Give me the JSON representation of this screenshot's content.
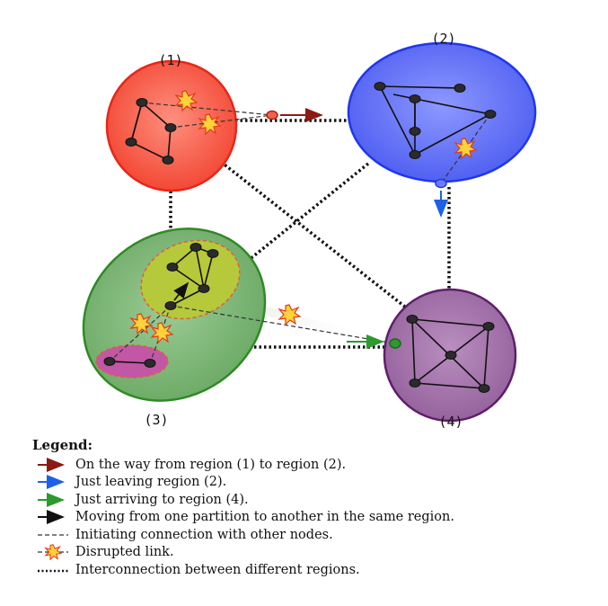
{
  "regions": [
    {
      "label": "(1)",
      "color": "#f4604c",
      "stroke": "#e8261a"
    },
    {
      "label": "(2)",
      "color": "#6f7df5",
      "stroke": "#1f36f0"
    },
    {
      "label": "(3)",
      "color": "#7fb779",
      "stroke": "#2f8a25"
    },
    {
      "label": "(4)",
      "color": "#a574ab",
      "stroke": "#5e1f6a"
    }
  ],
  "partitions": {
    "yellow": "#b6c93a",
    "magenta": "#c257a5"
  },
  "colors": {
    "red_arrow": "#8b1a12",
    "blue_arrow": "#1f5fe8",
    "green_arrow": "#2c9a2c",
    "black_arrow": "#111111",
    "disrupted_fill": "#ffd23a",
    "disrupted_stroke": "#e23a1a",
    "node_fill": "#2b2b2b"
  },
  "legend": {
    "title": "Legend:",
    "items": [
      {
        "key": "red-arrow",
        "text": "On the way from region (1) to region (2)."
      },
      {
        "key": "blue-arrow",
        "text": "Just leaving region (2)."
      },
      {
        "key": "green-arrow",
        "text": "Just arriving to region (4)."
      },
      {
        "key": "black-arrow",
        "text": "Moving from one partition to another in the same region."
      },
      {
        "key": "dashed-line",
        "text": "Initiating connection with other nodes."
      },
      {
        "key": "disrupted-icon",
        "text": "Disrupted link."
      },
      {
        "key": "dotted-line",
        "text": "Interconnection between different regions."
      }
    ]
  }
}
